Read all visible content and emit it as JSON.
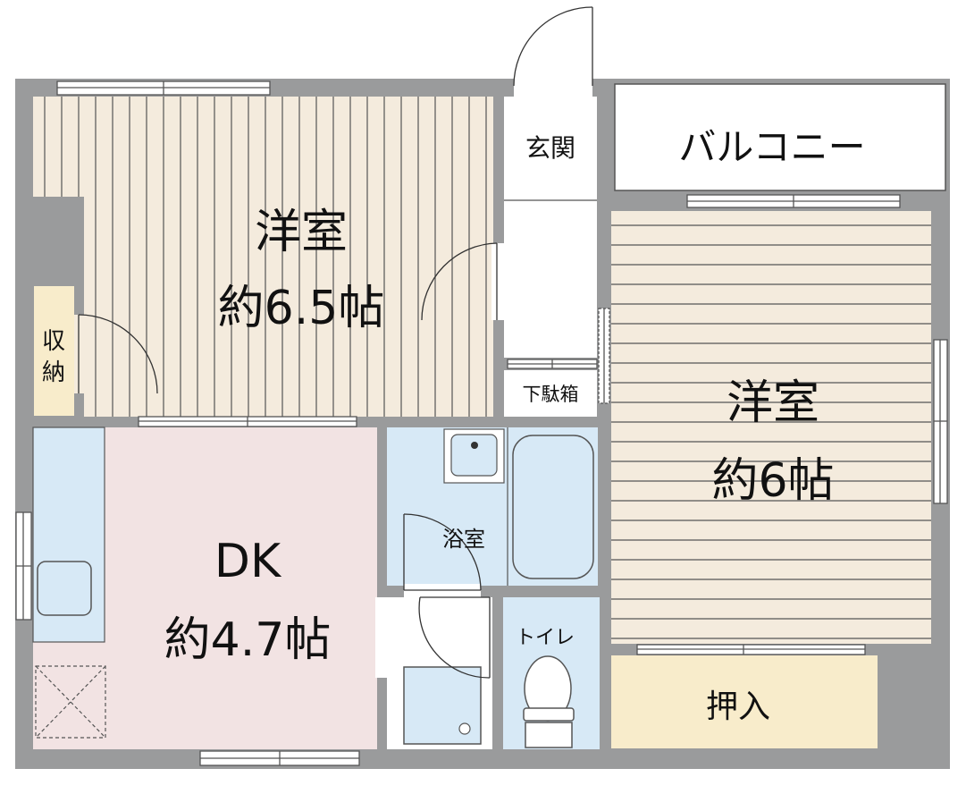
{
  "rooms": {
    "western1": {
      "name": "洋室",
      "size": "約6.5帖"
    },
    "western2": {
      "name": "洋室",
      "size": "約6帖"
    },
    "dk": {
      "name": "DK",
      "size": "約4.7帖"
    },
    "entrance": {
      "name": "玄関"
    },
    "balcony": {
      "name": "バルコニー"
    },
    "storage": {
      "name_top": "収",
      "name_bottom": "納"
    },
    "shoe_box": {
      "name": "下駄箱"
    },
    "bathroom": {
      "name": "浴室"
    },
    "toilet": {
      "name": "トイレ"
    },
    "closet": {
      "name": "押入"
    }
  },
  "colors": {
    "wall": "#9a9b9c",
    "wood": "#f4ebdd",
    "wood_line": "#555555",
    "dk": "#f2e3e3",
    "water": "#d7e9f6",
    "storage": "#f8eccb",
    "white": "#ffffff"
  }
}
